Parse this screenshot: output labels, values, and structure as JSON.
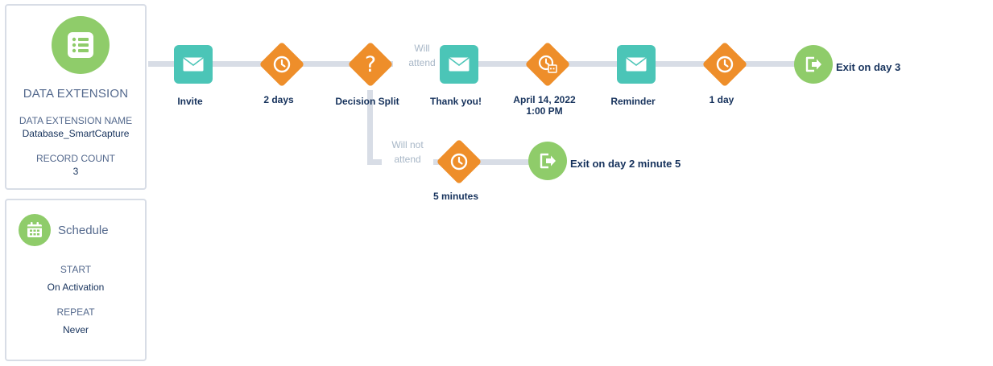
{
  "entry_source": {
    "title": "DATA EXTENSION",
    "name_label": "DATA EXTENSION NAME",
    "name_value": "Database_SmartCapture",
    "count_label": "RECORD COUNT",
    "count_value": "3",
    "icon": "list-icon"
  },
  "schedule": {
    "title": "Schedule",
    "start_label": "START",
    "start_value": "On Activation",
    "repeat_label": "REPEAT",
    "repeat_value": "Never",
    "icon": "calendar-icon"
  },
  "journey": {
    "nodes": {
      "invite": "Invite",
      "wait_2_days": "2 days",
      "decision": "Decision Split",
      "thank_you": "Thank you!",
      "wait_until_date": "April 14, 2022",
      "wait_until_time": "1:00 PM",
      "reminder": "Reminder",
      "wait_1_day": "1 day",
      "exit_top": "Exit on day 3",
      "wait_5_minutes": "5 minutes",
      "exit_bottom": "Exit on day 2 minute 5"
    },
    "branches": {
      "will_attend_1": "Will",
      "will_attend_2": "attend",
      "will_not_attend_1": "Will not",
      "will_not_attend_2": "attend"
    }
  },
  "colors": {
    "email": "#4bc5b7",
    "wait": "#ee8e2a",
    "exit": "#8fcc6a",
    "path": "#d8dde6"
  }
}
